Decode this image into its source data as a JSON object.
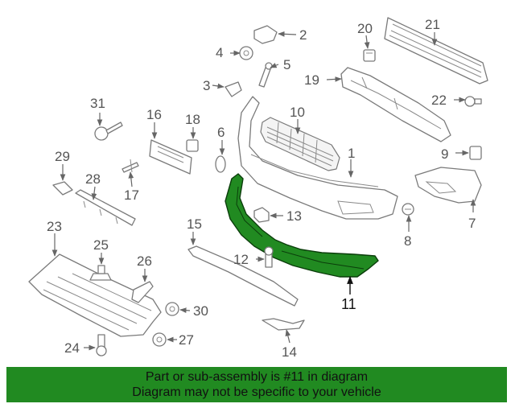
{
  "diagram": {
    "highlight_color": "#218a21",
    "banner_color": "#218a21",
    "callouts": {
      "c1": "1",
      "c2": "2",
      "c3": "3",
      "c4": "4",
      "c5": "5",
      "c6": "6",
      "c7": "7",
      "c8": "8",
      "c9": "9",
      "c10": "10",
      "c11": "11",
      "c12": "12",
      "c13": "13",
      "c14": "14",
      "c15": "15",
      "c16": "16",
      "c17": "17",
      "c18": "18",
      "c19": "19",
      "c20": "20",
      "c21": "21",
      "c22": "22",
      "c23": "23",
      "c24": "24",
      "c25": "25",
      "c26": "26",
      "c27": "27",
      "c28": "28",
      "c29": "29",
      "c30": "30",
      "c31": "31"
    },
    "highlighted_part": "11"
  },
  "banner": {
    "line1": "Part or sub-assembly is #11 in diagram",
    "line2": "Diagram may not be specific to your vehicle"
  }
}
